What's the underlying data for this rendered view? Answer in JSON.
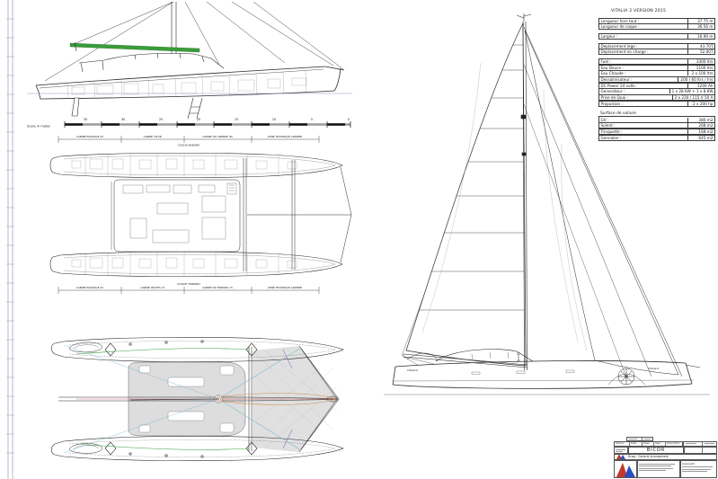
{
  "sheet": {
    "scale_label": "Scale in meter",
    "scale_numbers": [
      "35",
      "30",
      "25",
      "20",
      "15",
      "10",
      "5",
      "0"
    ]
  },
  "spec_table": {
    "title": "VITALIA 2 VERSION 2015",
    "groups": [
      {
        "rows": [
          {
            "label": "Longueur hors tout :",
            "value": "37.75 m"
          },
          {
            "label": "Longueur de coque :",
            "value": "36.56 m"
          }
        ]
      },
      {
        "rows": [
          {
            "label": "Largeur :",
            "value": "16.90 m"
          }
        ]
      },
      {
        "rows": [
          {
            "label": "Deplacement lege :",
            "value": "43.70T"
          },
          {
            "label": "Deplacement en charge :",
            "value": "52.00T"
          }
        ]
      },
      {
        "rows": [
          {
            "label": "Fuel :",
            "value": "3300 ltrs"
          },
          {
            "label": "Eau Douce :",
            "value": "1100 ltrs"
          },
          {
            "label": "Eau Chaude :",
            "value": "2 x 100 ltrs"
          },
          {
            "label": "Dessalinisateur :",
            "value": "200 / 60 ltrs / hrs"
          },
          {
            "label": "DC Power 24 volts :",
            "value": "1200 Ah"
          },
          {
            "label": "Generateur :",
            "value": "1 x 28 KW + 1 x 8 KW"
          },
          {
            "label": "Prise de Quai :",
            "value": "2 x 230 / 115 V 50 A"
          },
          {
            "label": "Propulsion :",
            "value": "2 x 200 hp"
          }
        ]
      }
    ],
    "sail_section": {
      "title": "Surface de voilure",
      "rows": [
        {
          "label": "GV :",
          "value": "380 m2"
        },
        {
          "label": "Solent :",
          "value": "268 m2"
        },
        {
          "label": "Trinquette :",
          "value": "168 m2"
        },
        {
          "label": "Gennaker :",
          "value": "645 m2"
        }
      ]
    }
  },
  "plan_labels": {
    "port_hull": {
      "heading": "COQUE BABORD",
      "segments": [
        "CABINE EQUIPAGE AV",
        "CABINE VIP (B)",
        "CABINE VIP ARRIERE (B)",
        "ZONE TECHNIQUE ARRIERE"
      ]
    },
    "starboard_hull": {
      "heading": "COQUE TRIBORD",
      "segments": [
        "CABINE EQUIPAGE AV",
        "CABINE INVITES (T)",
        "CABINE VIP TRIBORD (T)",
        "ZONE TECHNIQUE ARRIERE"
      ]
    }
  },
  "sail_plan": {
    "hull_name_stern": "Vitalia II",
    "hull_name_bow": "Vitalia II"
  },
  "title_block": {
    "rev_headers": [
      "Version",
      "Date",
      "Dess.",
      "Appr.",
      "Description"
    ],
    "project_name": "BICOR",
    "drawing_label": "Drwg :",
    "drawing_title": "General Arrangement",
    "copyright_title": "Copyright"
  },
  "colors": {
    "boom_green": "#3a9c3a",
    "waterline_purple": "#8f93c9",
    "rig_green": "#3a9b3a",
    "rig_red": "#c23a3a",
    "rig_cyan": "#7ab8d4",
    "rig_purple": "#8a6cc0",
    "rig_orange": "#d09050",
    "shade_gray": "#d6d6d6"
  }
}
